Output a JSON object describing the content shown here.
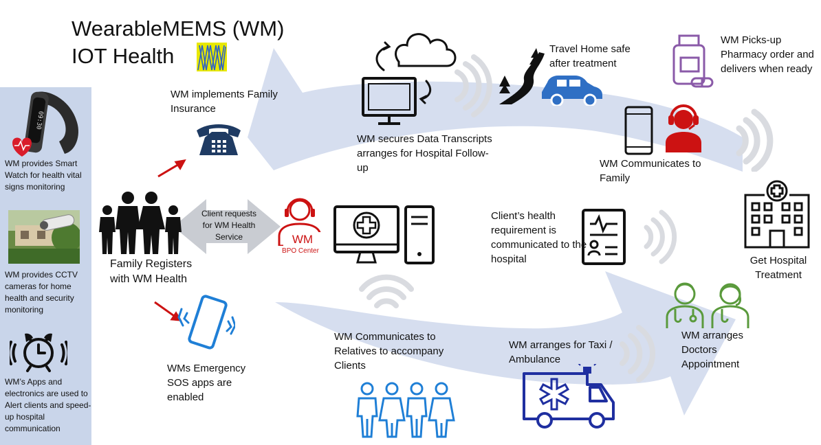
{
  "title": {
    "line1": "WearableMEMS (WM)",
    "line2": "IOT Health"
  },
  "sidebar": {
    "smartwatch": {
      "caption": "WM provides Smart Watch for health vital signs monitoring",
      "watch_time": "09:30"
    },
    "cctv": {
      "caption": "WM provides CCTV cameras  for home health and security monitoring"
    },
    "alarm": {
      "caption": "WM’s Apps and electronics are used to Alert clients and speed-up hospital communication"
    }
  },
  "nodes": {
    "insurance": "WM implements Family Insurance",
    "family": "Family Registers  with WM Health",
    "sos": "WMs Emergency SOS apps are enabled",
    "client_request": "Client requests for WM  Health Service",
    "bpo_logo": "WM",
    "bpo_label": "BPO Center",
    "data": "WM secures Data Transcripts arranges for Hospital Follow-up",
    "travel": "Travel Home safe after treatment",
    "pharmacy": "WM Picks-up Pharmacy order and delivers when ready",
    "family_comm": "WM Communicates to Family",
    "health_req": "Client’s health requirement is communicated to the hospital",
    "hospital": "Get Hospital Treatment",
    "relatives": "WM Communicates to Relatives  to accompany Clients",
    "taxi": "WM arranges for Taxi / Ambulance",
    "doctors": "WM arranges Doctors Appointment"
  },
  "colors": {
    "flow_arrow": "#d6deef",
    "sidebar_bg": "#c9d5ea",
    "navy_icon": "#1f3b63",
    "blue_icon": "#1f7fd6",
    "ambulance_blue": "#1f2fa0",
    "red_accent": "#cc1212",
    "purple_icon": "#8a5aa8",
    "green_icon": "#5a9a3c",
    "car_blue": "#2f6fc4",
    "logo_yellow": "#e8e800",
    "logo_blue": "#2a60c8"
  }
}
